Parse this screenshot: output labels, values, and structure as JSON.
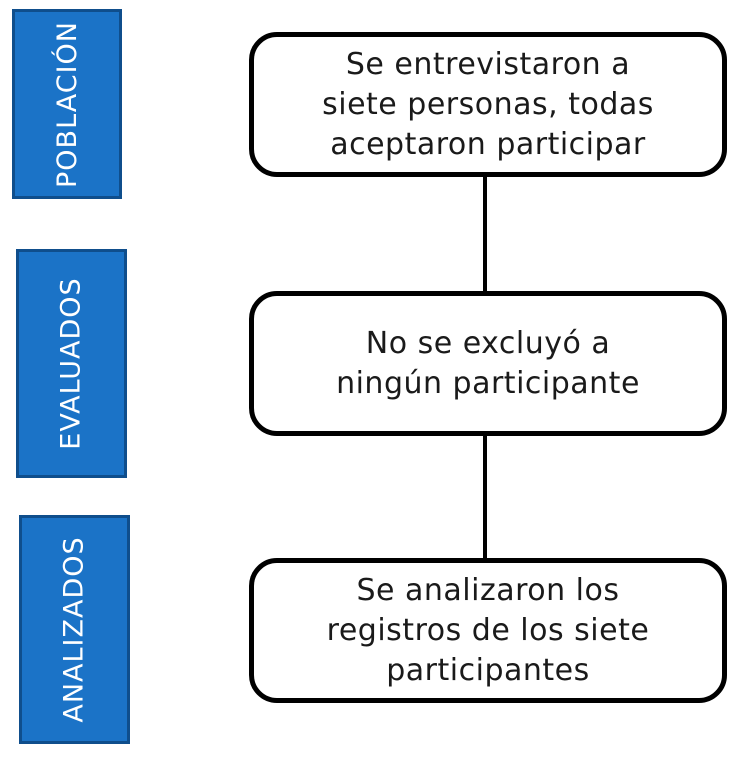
{
  "diagram": {
    "type": "flowchart",
    "stages": [
      {
        "label": "POBLACIÓN",
        "lines": [
          "Se entrevistaron a",
          "siete personas, todas",
          "aceptaron participar"
        ]
      },
      {
        "label": "EVALUADOS",
        "lines": [
          "No se excluyó a",
          "ningún participante"
        ]
      },
      {
        "label": "ANALIZADOS",
        "lines": [
          "Se analizaron los",
          "registros de los siete",
          "participantes"
        ]
      }
    ],
    "colors": {
      "label_fill": "#1B73C7",
      "label_border": "#0F4E8C",
      "label_text": "#FFFFFF",
      "box_fill": "#FFFFFF",
      "box_border": "#000000",
      "box_text": "#1A1A1A",
      "connector": "#000000",
      "background": "#FFFFFF"
    }
  }
}
